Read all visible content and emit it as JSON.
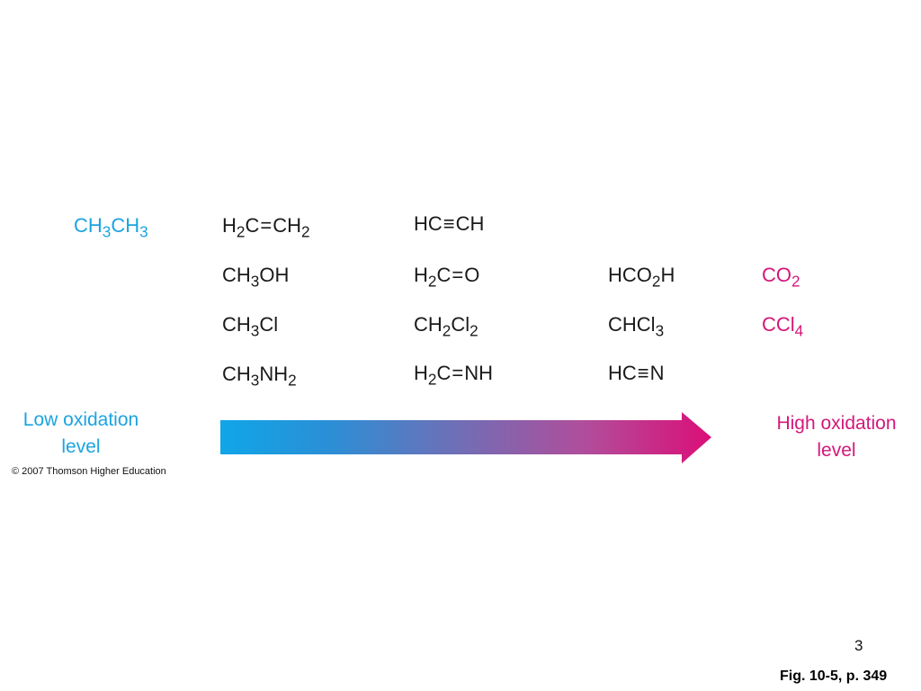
{
  "formulas": {
    "ethane": "CH3CH3",
    "ethylene": "H2C=CH2",
    "acetylene": "HC≡CH",
    "methanol": "CH3OH",
    "formaldehyde": "H2C=O",
    "formic_acid": "HCO2H",
    "carbon_dioxide": "CO2",
    "chloromethane": "CH3Cl",
    "dichloromethane": "CH2Cl2",
    "chloroform": "CHCl3",
    "carbon_tetrachloride": "CCl4",
    "methylamine": "CH3NH2",
    "methanimine": "H2C=NH",
    "hydrogen_cyanide": "HC≡N"
  },
  "low_label": {
    "line1": "Low oxidation",
    "line2": "level"
  },
  "high_label": {
    "line1": "High oxidation",
    "line2": "level"
  },
  "copyright": "© 2007 Thomson Higher Education",
  "slide_number": "3",
  "figure_caption": "Fig. 10-5, p. 349",
  "colors": {
    "low": "#1ba4e0",
    "high": "#d4187a",
    "text": "#1a1a1a"
  }
}
